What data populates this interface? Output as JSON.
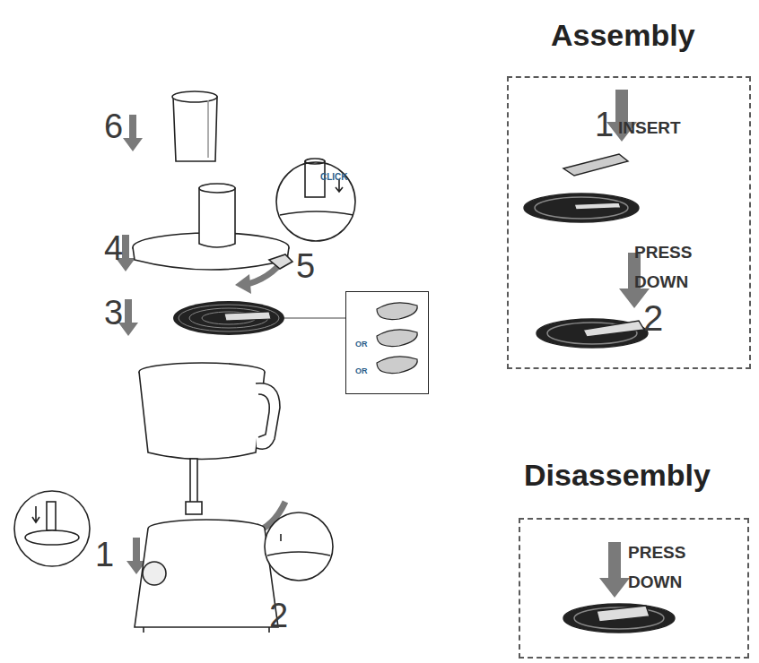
{
  "diagram": {
    "nodes": [
      {
        "text": [
          "Assembly",
          "1",
          "INSERT",
          "PRESS DOWN",
          "2"
        ]
      },
      {
        "text": [
          "CLICK"
        ]
      },
      {
        "text": [
          "OR",
          "OR"
        ]
      },
      {
        "text": [
          "Disassembly",
          "PRESS DOWN"
        ]
      }
    ],
    "labels": [
      "6",
      "4",
      "5",
      "3",
      "1",
      "2"
    ]
  }
}
